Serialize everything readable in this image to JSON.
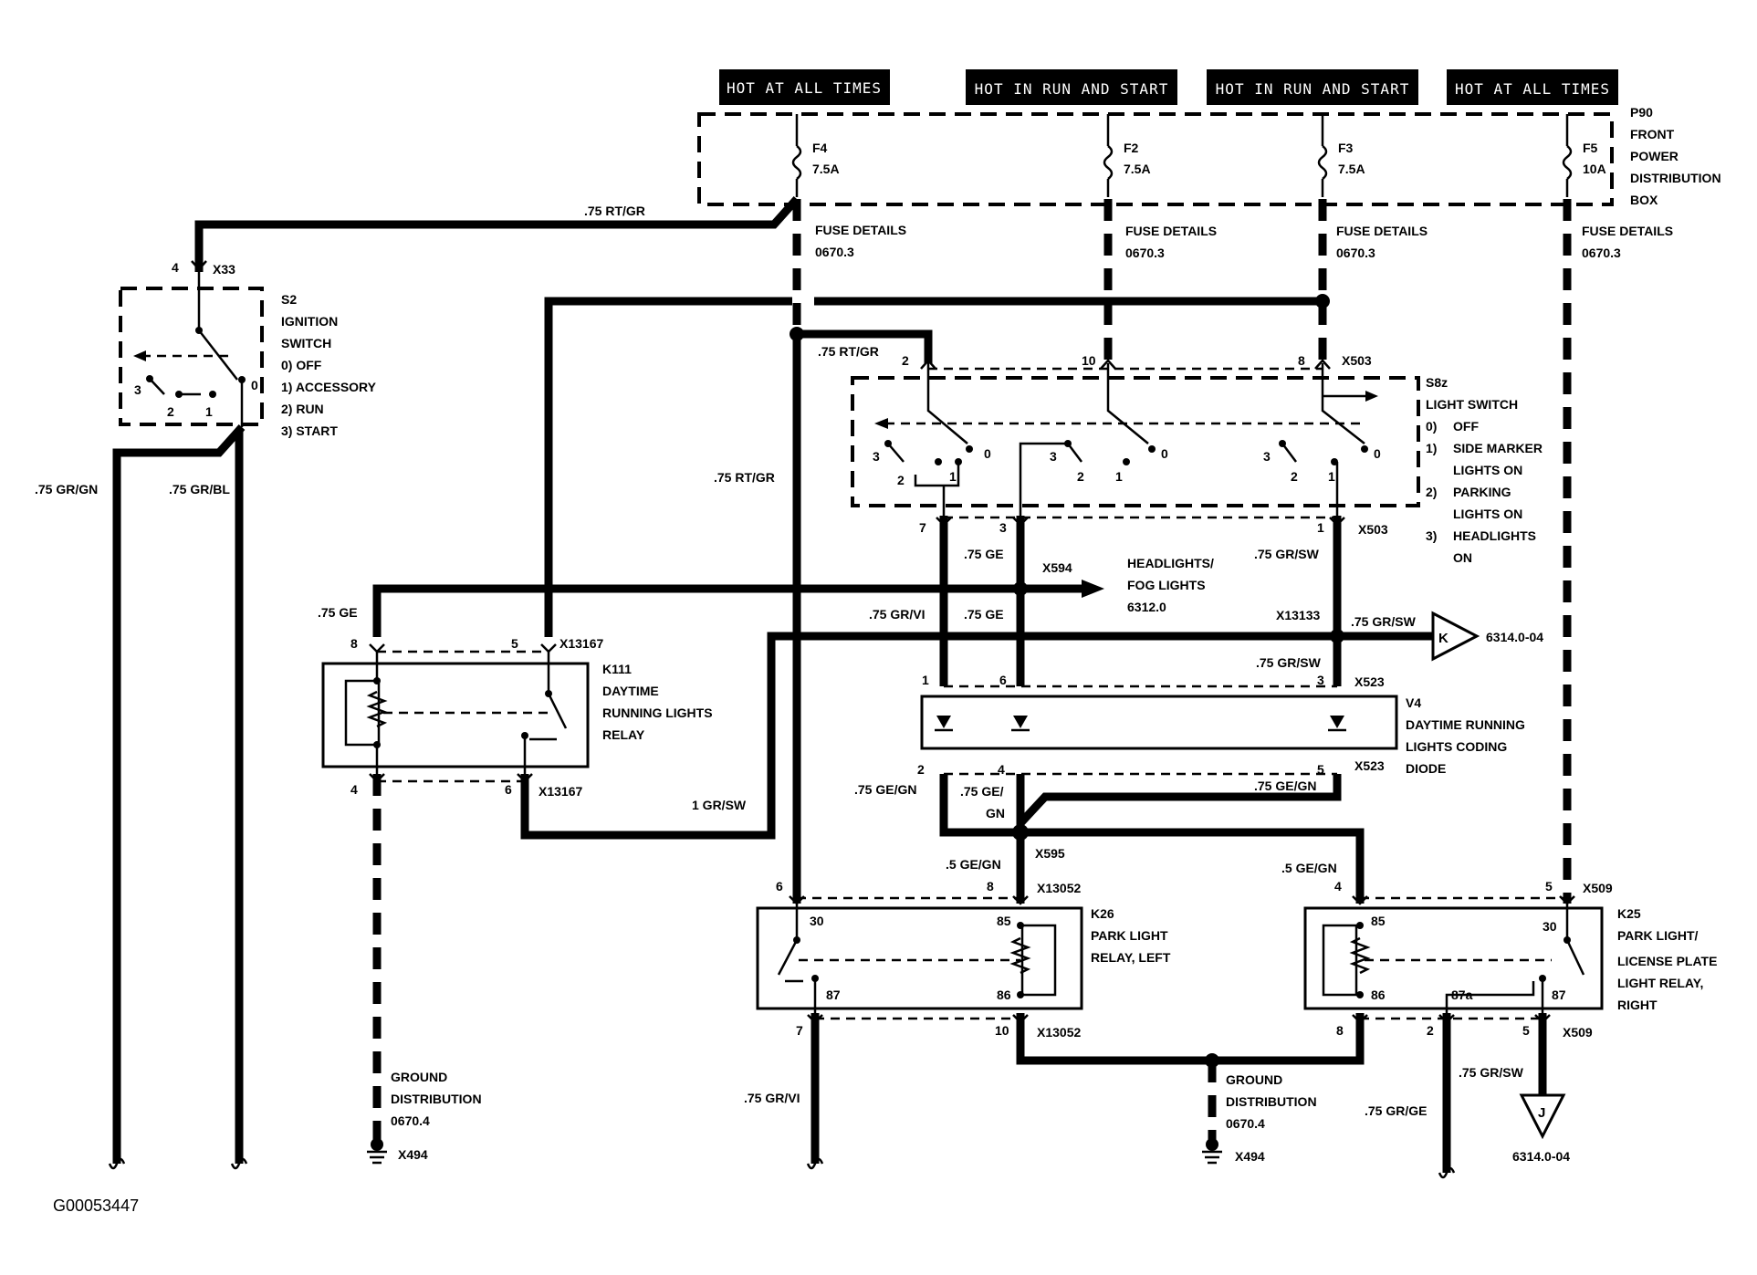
{
  "hot_labels": [
    "HOT AT ALL TIMES",
    "HOT IN RUN AND START",
    "HOT IN RUN AND START",
    "HOT AT ALL TIMES"
  ],
  "distribution_box": {
    "id": "P90",
    "line1": "FRONT",
    "line2": "POWER",
    "line3": "DISTRIBUTION",
    "line4": "BOX"
  },
  "fuses": [
    {
      "id": "F4",
      "rating": "7.5A"
    },
    {
      "id": "F2",
      "rating": "7.5A"
    },
    {
      "id": "F3",
      "rating": "7.5A"
    },
    {
      "id": "F5",
      "rating": "10A"
    }
  ],
  "fuse_details": {
    "title": "FUSE DETAILS",
    "ref": "0670.3"
  },
  "ignition_switch": {
    "id": "S2",
    "name1": "IGNITION",
    "name2": "SWITCH",
    "positions": [
      "0)   OFF",
      "1)   ACCESSORY",
      "2)   RUN",
      "3)   START"
    ],
    "connector": "X33",
    "pin": "4",
    "contacts": [
      "3",
      "2",
      "1",
      "0"
    ]
  },
  "light_switch": {
    "id": "S8z",
    "name": "LIGHT SWITCH",
    "positions": [
      "0)",
      "OFF",
      "1)",
      "SIDE MARKER",
      "LIGHTS ON",
      "2)",
      "PARKING",
      "LIGHTS ON",
      "3)",
      "HEADLIGHTS",
      "ON"
    ],
    "connector_top": "X503",
    "connector_bottom": "X503",
    "pins_top": [
      "2",
      "10",
      "8"
    ],
    "pins_bottom": [
      "7",
      "3",
      "1"
    ],
    "contact_numbers": [
      "3",
      "2",
      "1",
      "0"
    ]
  },
  "relay_k111": {
    "id": "K111",
    "name1": "DAYTIME",
    "name2": "RUNNING LIGHTS",
    "name3": "RELAY",
    "connector": "X13167",
    "pins": [
      "8",
      "5",
      "4",
      "6"
    ]
  },
  "diode_v4": {
    "id": "V4",
    "name1": "DAYTIME RUNNING",
    "name2": "LIGHTS CODING",
    "name3": "DIODE",
    "connector": "X523",
    "pins_top": [
      "1",
      "6",
      "3"
    ],
    "pins_bottom": [
      "2",
      "4",
      "5"
    ]
  },
  "relay_k26": {
    "id": "K26",
    "name1": "PARK LIGHT",
    "name2": "RELAY, LEFT",
    "connector": "X13052",
    "pins_top": [
      "6",
      "8"
    ],
    "pins_bottom": [
      "7",
      "10"
    ],
    "terms": [
      "30",
      "85",
      "87",
      "86"
    ]
  },
  "relay_k25": {
    "id": "K25",
    "name1": "PARK LIGHT/",
    "name2": "LICENSE PLATE",
    "name3": "LIGHT RELAY,",
    "name4": "RIGHT",
    "connector": "X509",
    "pins_top": [
      "4",
      "5"
    ],
    "pins_bottom": [
      "8",
      "2",
      "5"
    ],
    "terms": [
      "85",
      "30",
      "86",
      "87a",
      "87"
    ]
  },
  "wires": {
    "rt_gr": ".75 RT/GR",
    "gr_gn": ".75 GR/GN",
    "gr_bl": ".75 GR/BL",
    "ge": ".75 GE",
    "gr_vi": ".75 GR/VI",
    "gr_sw": ".75 GR/SW",
    "gr_sw_1": "1 GR/SW",
    "ge_gn": ".75 GE/GN",
    "ge_gn_a": ".75 GE/",
    "ge_gn_b": "GN",
    "ge_gn_5": ".5 GE/GN",
    "gr_ge": ".75 GR/GE"
  },
  "connectors": {
    "x594": "X594",
    "x13133": "X13133",
    "x595": "X595",
    "x494": "X494"
  },
  "headlights": {
    "line1": "HEADLIGHTS/",
    "line2": "FOG LIGHTS",
    "ref": "6312.0"
  },
  "offpage_k": {
    "letter": "K",
    "ref": "6314.0-04"
  },
  "offpage_j": {
    "letter": "J",
    "ref": "6314.0-04"
  },
  "ground": {
    "line1": "GROUND",
    "line2": "DISTRIBUTION",
    "ref": "0670.4"
  },
  "figure_id": "G00053447"
}
